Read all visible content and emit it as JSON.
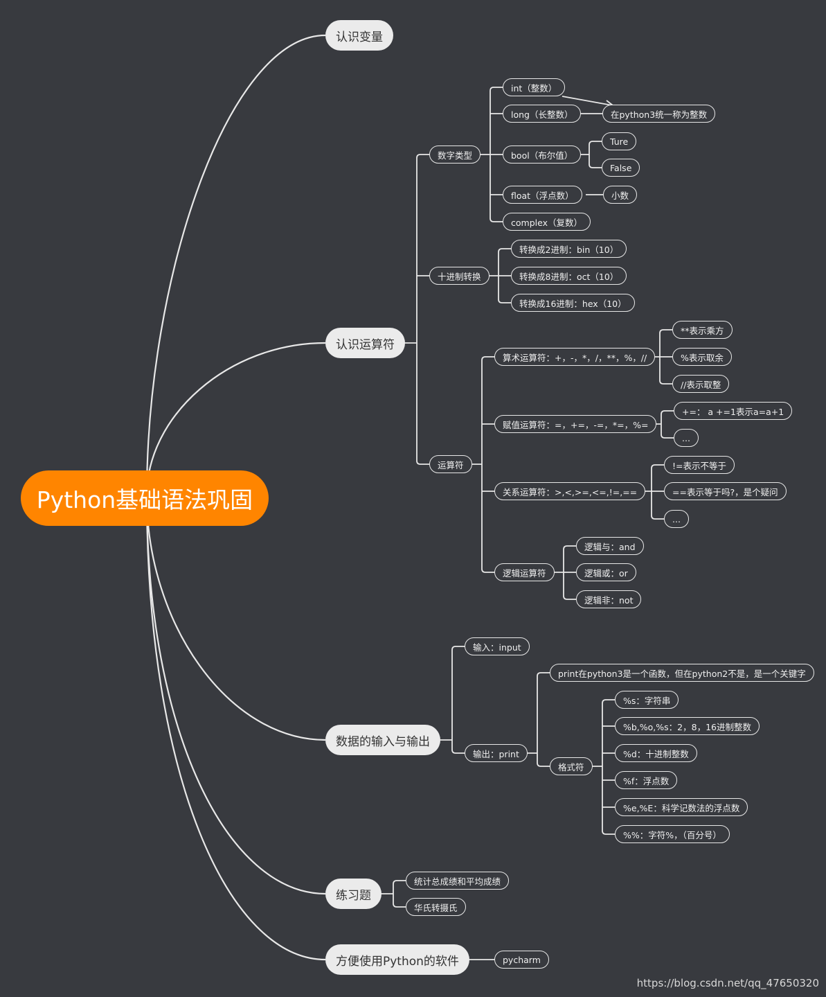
{
  "root": "Python基础语法巩固",
  "main": {
    "variables": "认识变量",
    "operators": "认识运算符",
    "io": "数据的输入与输出",
    "exercises": "练习题",
    "tools": "方便使用Python的软件"
  },
  "numbers": {
    "label": "数字类型",
    "int": "int（整数）",
    "long": "long（长整数）",
    "unified": "在python3统一称为整数",
    "bool": "bool（布尔值）",
    "true": "Ture",
    "false": "False",
    "float": "float（浮点数）",
    "decimal": "小数",
    "complex": "complex（复数）"
  },
  "conversion": {
    "label": "十进制转换",
    "bin": "转换成2进制：bin（10）",
    "oct": "转换成8进制：oct（10）",
    "hex": "转换成16进制：hex（10）"
  },
  "ops": {
    "label": "运算符",
    "arith": "算术运算符：+，-，*，/，**，%，//",
    "power": "**表示乘方",
    "mod": "%表示取余",
    "floordiv": "//表示取整",
    "assign": "赋值运算符：=，+=，-=，*=，%=",
    "plus_eq": "+=： a +=1表示a=a+1",
    "assign_more": "...",
    "relation": "关系运算符：>,<,>=,<=,!=,==",
    "ne": "!=表示不等于",
    "eq": "==表示等于吗?，是个疑问",
    "relation_more": "...",
    "logic": "逻辑运算符",
    "and": "逻辑与：and",
    "or": "逻辑或：or",
    "not": "逻辑非：not"
  },
  "io": {
    "input": "输入：input",
    "output": "输出：print",
    "print_note": "print在python3是一个函数，但在python2不是，是一个关键字",
    "format": "格式符",
    "s": "%s：字符串",
    "bos": "%b,%o,%s：2，8，16进制整数",
    "d": "%d：十进制整数",
    "f": "%f：浮点数",
    "e": "%e,%E：科学记数法的浮点数",
    "pct": "%%：字符%，（百分号）"
  },
  "exercises": {
    "score": "统计总成绩和平均成绩",
    "temp": "华氏转摄氏"
  },
  "tools": {
    "pycharm": "pycharm"
  },
  "watermark": "https://blog.csdn.net/qq_47650320",
  "colors": {
    "background": "#383a3f",
    "root": "#ff8500",
    "main_node": "#ebebeb",
    "line": "#e8e8e8"
  }
}
